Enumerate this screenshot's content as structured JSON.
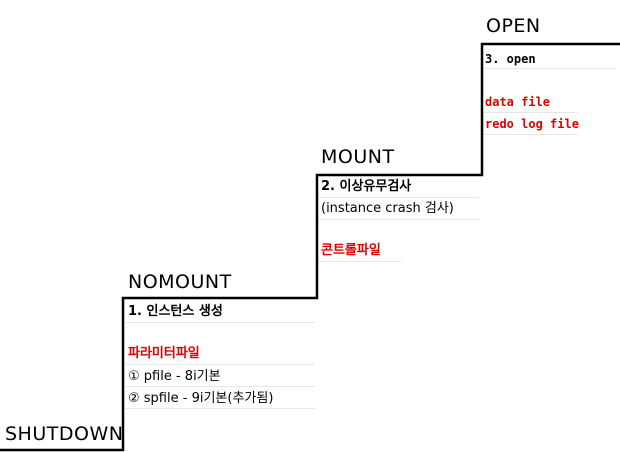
{
  "stages": {
    "shutdown": "SHUTDOWN",
    "nomount": "NOMOUNT",
    "mount": "MOUNT",
    "open": "OPEN"
  },
  "nomount": {
    "step": "1. 인스턴스 생성",
    "file": "파라미터파일",
    "item1": "① pfile - 8i기본",
    "item2": "② spfile - 9i기본(추가됨)"
  },
  "mount": {
    "step": "2. 이상유무검사",
    "sub": "(instance crash 검사)",
    "file": "콘트롤파일"
  },
  "open": {
    "step": "3. open",
    "file1": "data file",
    "file2": "redo log file"
  },
  "colors": {
    "line": "#000000",
    "highlight": "#e00000",
    "row_rule": "#e6e6e6"
  }
}
